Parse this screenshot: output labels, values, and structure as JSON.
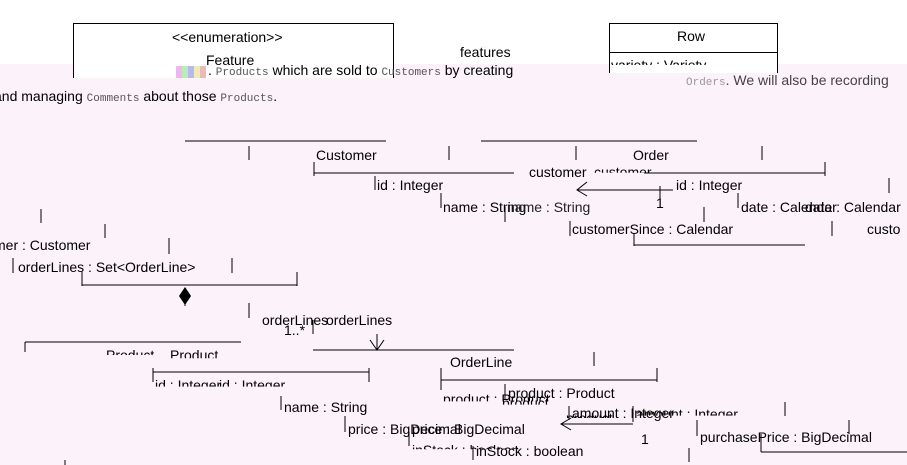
{
  "top": {
    "feature_stereotype": "<<enumeration>>",
    "feature_name": "Feature",
    "features_label": "features",
    "row_name": "Row",
    "row_attr": "variety : Variety"
  },
  "intro": {
    "part1": ". ",
    "products1": "Products",
    "part2": " which are sold to ",
    "customers": "Customers",
    "part3": " by creating",
    "orders": "Orders",
    "part4": ". We will also be recording",
    "line2a": "and managing ",
    "comments": "Comments",
    "line2b": " about those ",
    "products2": "Products",
    "line2c": "."
  },
  "customer": {
    "name": "Customer",
    "attrs": [
      "id : Integer",
      "name : String",
      "name : String",
      "customerSince : Calendar"
    ]
  },
  "order": {
    "name": "Order",
    "attrs": [
      "id : Integer",
      "date : Calendar",
      "date : Calendar",
      "customer : Customer",
      "custo"
    ],
    "customer_role": "customer",
    "customer_role_echo": "customer",
    "mult_one": "1",
    "orderlines_attr": "orderLines : Set<OrderLine>",
    "left_fragment": "mer : Customer"
  },
  "association": {
    "orderlines_role": "orderLines",
    "orderlines_role_echo": "orderLines",
    "mult_many": "1..*",
    "product_role": "product",
    "product_role_echo": "product",
    "mult_one": "1"
  },
  "product": {
    "name": "Product",
    "name_echo": "Product",
    "attrs": [
      "id : Integer",
      "id : Integer",
      "name : String",
      "price : BigDecimal",
      "price : BigDecimal",
      "inStock : boolean",
      "inStock : boolean"
    ]
  },
  "orderline": {
    "name": "OrderLine",
    "attrs": [
      "product : Product",
      "product : Product",
      "amount : Integer",
      "amount : Integer",
      "purchasePrice : BigDecimal"
    ]
  }
}
